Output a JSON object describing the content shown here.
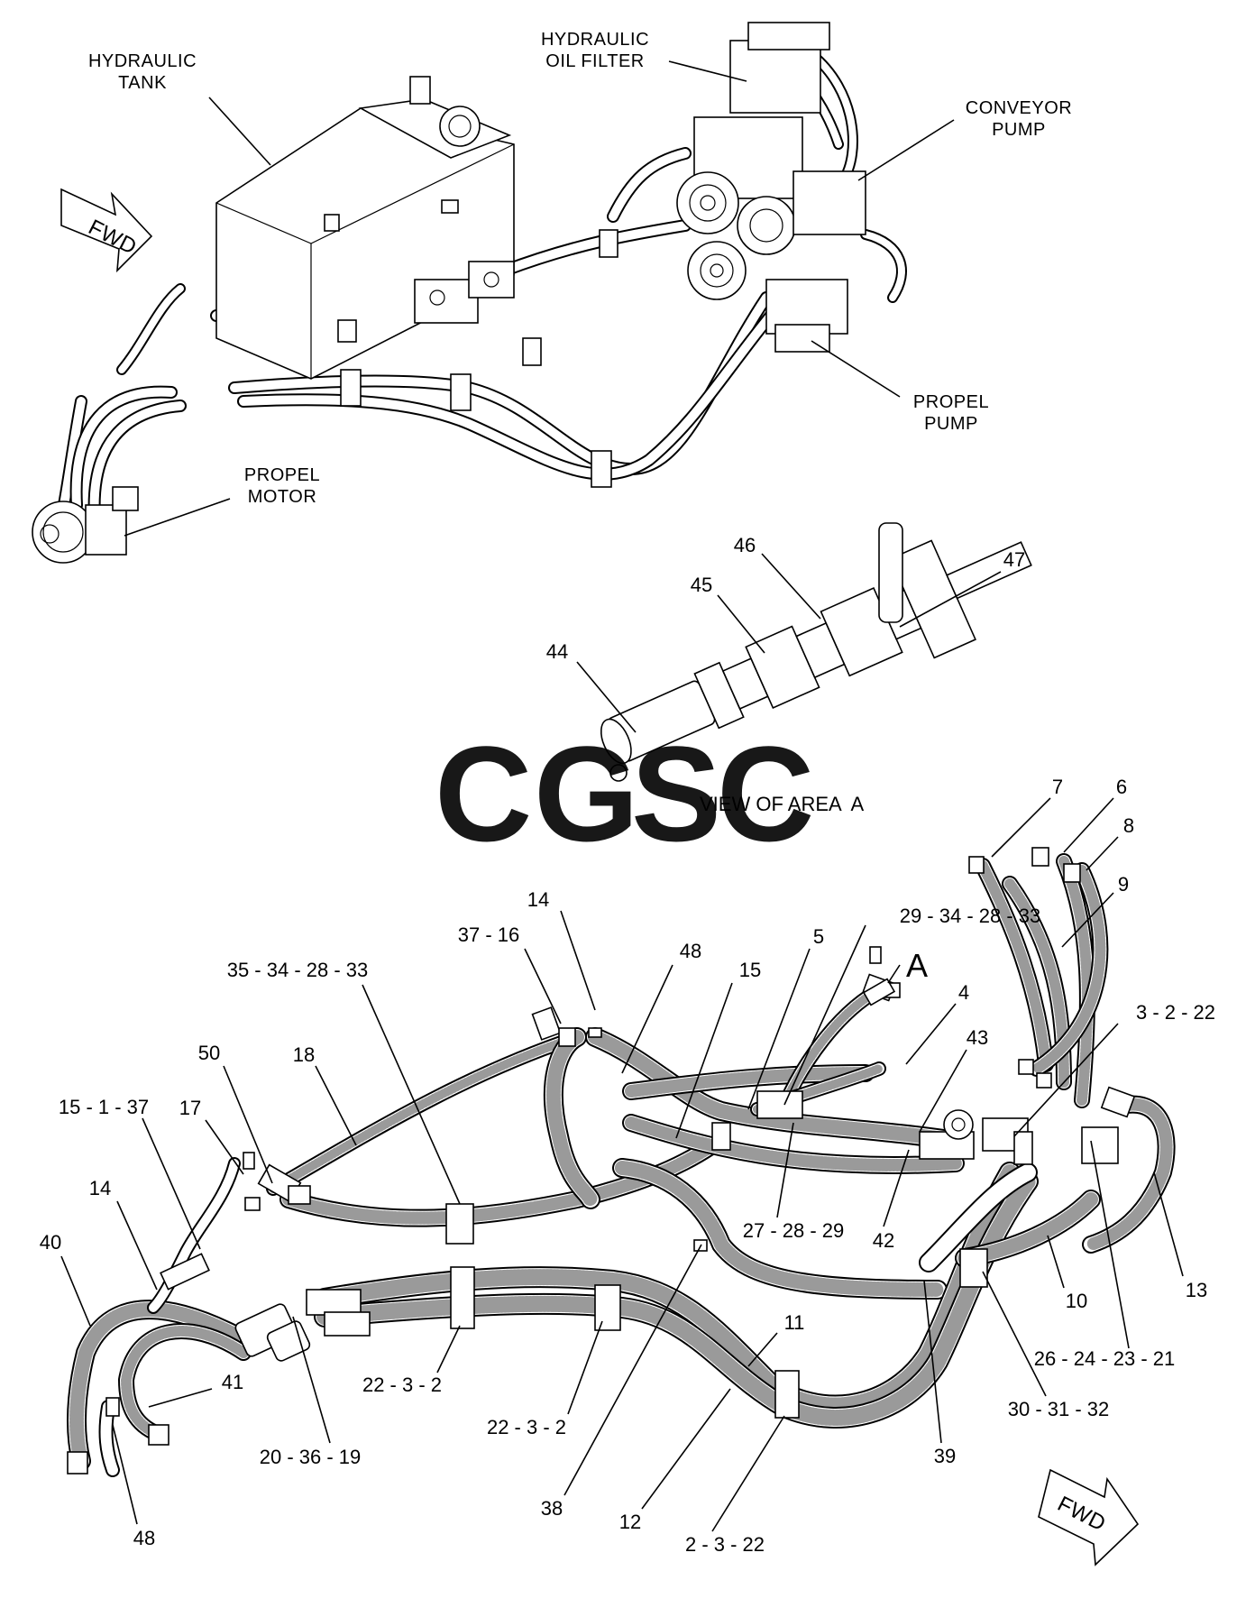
{
  "colors": {
    "ink": "#000000",
    "paper": "#ffffff",
    "watermark_blue": "#7ba7f0",
    "watermark_red": "#f08a80",
    "watermark_yellow": "#f7d560",
    "watermark_green": "#6fbf95"
  },
  "top_view": {
    "labels": {
      "hydraulic_tank": [
        "HYDRAULIC",
        "TANK"
      ],
      "hydraulic_oil_filter": [
        "HYDRAULIC",
        "OIL FILTER"
      ],
      "conveyor_pump": [
        "CONVEYOR",
        "PUMP"
      ],
      "propel_pump": [
        "PROPEL",
        "PUMP"
      ],
      "propel_motor": [
        "PROPEL",
        "MOTOR"
      ]
    },
    "fwd": "FWD"
  },
  "detail_view": {
    "callouts": [
      "44",
      "45",
      "46",
      "47"
    ],
    "caption": "VIEW OF AREA  A"
  },
  "bottom_view": {
    "area_marker": "A",
    "fwd": "FWD",
    "callouts": {
      "c7": "7",
      "c6": "6",
      "c8": "8",
      "c9": "9",
      "c14a": "14",
      "c37_16": "37 - 16",
      "c48a": "48",
      "c15a": "15",
      "c5": "5",
      "c29_34_28_33": "29 - 34 - 28 - 33",
      "c35_34_28_33": "35 - 34 - 28 - 33",
      "c4": "4",
      "c43": "43",
      "c3_2_22": "3 - 2 - 22",
      "c50": "50",
      "c18": "18",
      "c15_1_37": "15 - 1 - 37",
      "c17": "17",
      "c14b": "14",
      "c40": "40",
      "c27_28_29": "27 - 28 - 29",
      "c42": "42",
      "c13": "13",
      "c10": "10",
      "c26_24_23_21": "26 - 24 - 23 - 21",
      "c11": "11",
      "c41": "41",
      "c22_3_2a": "22 - 3 - 2",
      "c22_3_2b": "22 - 3 - 2",
      "c20_36_19": "20 - 36 - 19",
      "c30_31_32": "30 - 31 - 32",
      "c39": "39",
      "c38": "38",
      "c12": "12",
      "c48b": "48",
      "c2_3_22": "2 - 3 - 22"
    }
  },
  "watermark": {
    "letters": [
      "C",
      "G",
      "S",
      "C"
    ]
  }
}
